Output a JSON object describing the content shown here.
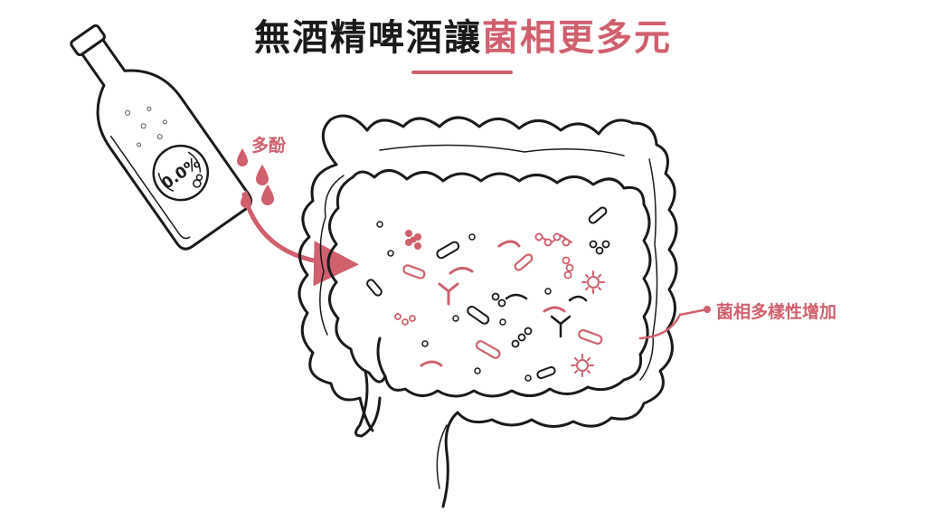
{
  "title": {
    "part1": "無酒精啤酒讓",
    "part2": "菌相更多元"
  },
  "bottle": {
    "label_text": "0.0%"
  },
  "annotations": {
    "polyphenols": "多酚",
    "diversity": "菌相多樣性增加"
  },
  "colors": {
    "accent": "#d0606e",
    "ink": "#1a1a1a"
  }
}
